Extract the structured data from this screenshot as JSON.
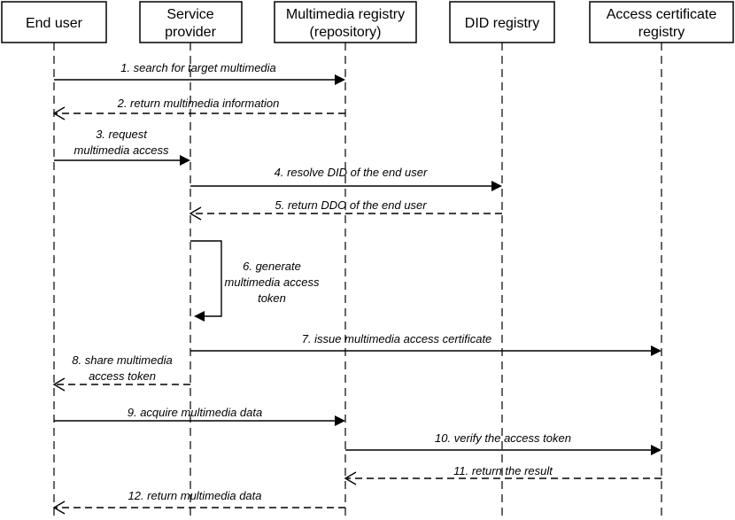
{
  "actors": [
    {
      "id": "end_user",
      "lines": [
        "End user"
      ]
    },
    {
      "id": "service_provider",
      "lines": [
        "Service",
        "provider"
      ]
    },
    {
      "id": "multimedia_registry",
      "lines": [
        "Multimedia registry",
        "(repository)"
      ]
    },
    {
      "id": "did_registry",
      "lines": [
        "DID registry"
      ]
    },
    {
      "id": "access_certificate_registry",
      "lines": [
        "Access certificate",
        "registry"
      ]
    }
  ],
  "messages": [
    {
      "from": "end_user",
      "to": "multimedia_registry",
      "style": "solid",
      "lines": [
        "1. search for target multimedia"
      ]
    },
    {
      "from": "multimedia_registry",
      "to": "end_user",
      "style": "dashed",
      "lines": [
        "2. return multimedia information"
      ]
    },
    {
      "from": "end_user",
      "to": "service_provider",
      "style": "solid",
      "lines": [
        "3.  request",
        "multimedia access"
      ]
    },
    {
      "from": "service_provider",
      "to": "did_registry",
      "style": "solid",
      "lines": [
        "4. resolve DID of the end user"
      ]
    },
    {
      "from": "did_registry",
      "to": "service_provider",
      "style": "dashed",
      "lines": [
        "5. return DDO of the end user"
      ]
    },
    {
      "from": "service_provider",
      "to": "service_provider",
      "style": "solid",
      "lines": [
        "6. generate",
        "multimedia access",
        "token"
      ]
    },
    {
      "from": "service_provider",
      "to": "access_certificate_registry",
      "style": "solid",
      "lines": [
        "7. issue multimedia access certificate"
      ]
    },
    {
      "from": "service_provider",
      "to": "end_user",
      "style": "dashed",
      "lines": [
        "8. share multimedia",
        "access token"
      ]
    },
    {
      "from": "end_user",
      "to": "multimedia_registry",
      "style": "solid",
      "lines": [
        "9. acquire multimedia data"
      ]
    },
    {
      "from": "multimedia_registry",
      "to": "access_certificate_registry",
      "style": "solid",
      "lines": [
        "10. verify the access token"
      ]
    },
    {
      "from": "access_certificate_registry",
      "to": "multimedia_registry",
      "style": "dashed",
      "lines": [
        "11. return the result"
      ]
    },
    {
      "from": "multimedia_registry",
      "to": "end_user",
      "style": "dashed",
      "lines": [
        "12. return multimedia data"
      ]
    }
  ]
}
